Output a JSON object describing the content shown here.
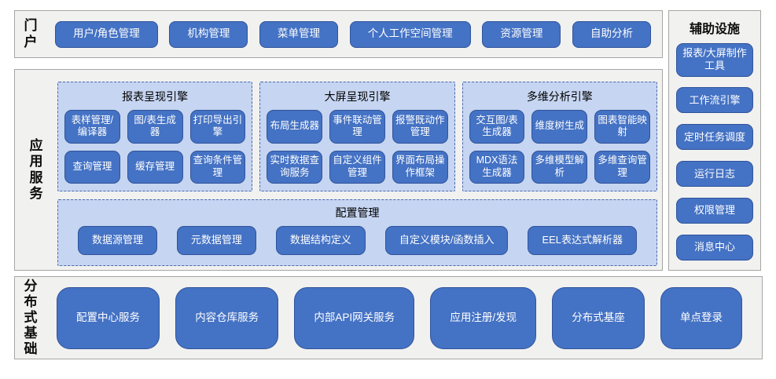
{
  "portal": {
    "label": "门户",
    "items": [
      "用户/角色管理",
      "机构管理",
      "菜单管理",
      "个人工作空间管理",
      "资源管理",
      "自助分析"
    ]
  },
  "app_services": {
    "label": "应用服务",
    "engines": [
      {
        "title": "报表呈现引擎",
        "items": [
          "表样管理/编译器",
          "图/表生成器",
          "打印导出引擎",
          "查询管理",
          "缓存管理",
          "查询条件管理"
        ]
      },
      {
        "title": "大屏呈现引擎",
        "items": [
          "布局生成器",
          "事件联动管理",
          "报警既动作管理",
          "实时数据查询服务",
          "自定义组件管理",
          "界面布局操作框架"
        ]
      },
      {
        "title": "多维分析引擎",
        "items": [
          "交互图/表生成器",
          "维度树生成",
          "图表智能映射",
          "MDX语法生成器",
          "多维模型解析",
          "多维查询管理"
        ]
      }
    ],
    "config": {
      "title": "配置管理",
      "items": [
        "数据源管理",
        "元数据管理",
        "数据结构定义",
        "自定义模块/函数插入",
        "EEL表达式解析器"
      ]
    }
  },
  "auxiliary": {
    "label": "辅助设施",
    "items": [
      "报表/大屏制作工具",
      "工作流引擎",
      "定时任务调度",
      "运行日志",
      "权限管理",
      "消息中心"
    ]
  },
  "distributed": {
    "label": "分布式基础",
    "items": [
      "配置中心服务",
      "内容仓库服务",
      "内部API网关服务",
      "应用注册/发现",
      "分布式基座",
      "单点登录"
    ]
  },
  "colors": {
    "button_blue": "#4472c4",
    "button_border": "#31549b",
    "panel_light_blue": "#c6d5f1",
    "panel_dashed_border": "#4a69ad",
    "section_gray": "#f1f1f0",
    "section_border": "#a6a6a6"
  }
}
